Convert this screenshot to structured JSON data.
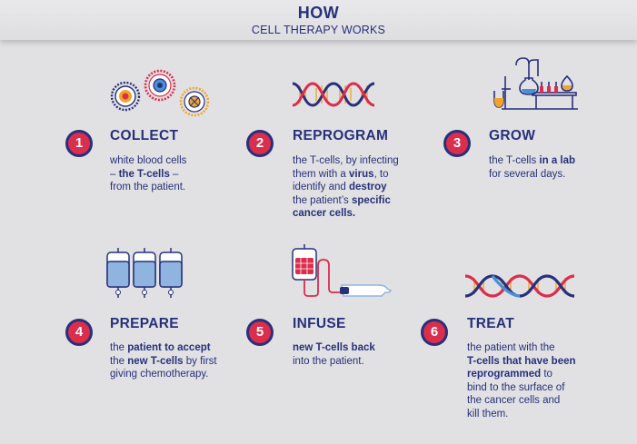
{
  "header": {
    "title": "HOW",
    "subtitle": "CELL THERAPY WORKS"
  },
  "steps": [
    {
      "number": "1",
      "title": "COLLECT",
      "desc": [
        {
          "t": "white blood cells",
          "b": false
        },
        {
          "br": true
        },
        {
          "t": "– ",
          "b": false
        },
        {
          "t": "the T-cells",
          "b": true
        },
        {
          "t": " –",
          "b": false
        },
        {
          "br": true
        },
        {
          "t": "from the patient.",
          "b": false
        }
      ]
    },
    {
      "number": "2",
      "title": "REPROGRAM",
      "desc": [
        {
          "t": "the T-cells, by infecting",
          "b": false
        },
        {
          "br": true
        },
        {
          "t": "them with a ",
          "b": false
        },
        {
          "t": "virus",
          "b": true
        },
        {
          "t": ", to",
          "b": false
        },
        {
          "br": true
        },
        {
          "t": "identify and ",
          "b": false
        },
        {
          "t": "destroy",
          "b": true
        },
        {
          "br": true
        },
        {
          "t": "the patient’s ",
          "b": false
        },
        {
          "t": "specific",
          "b": true
        },
        {
          "br": true
        },
        {
          "t": "cancer cells.",
          "b": true
        }
      ]
    },
    {
      "number": "3",
      "title": "GROW",
      "desc": [
        {
          "t": "the T-cells ",
          "b": false
        },
        {
          "t": "in a lab",
          "b": true
        },
        {
          "br": true
        },
        {
          "t": "for several days.",
          "b": false
        }
      ]
    },
    {
      "number": "4",
      "title": "PREPARE",
      "desc": [
        {
          "t": "the ",
          "b": false
        },
        {
          "t": "patient to accept",
          "b": true
        },
        {
          "br": true
        },
        {
          "t": "the ",
          "b": false
        },
        {
          "t": "new T-cells",
          "b": true
        },
        {
          "t": " by first",
          "b": false
        },
        {
          "br": true
        },
        {
          "t": "giving chemotherapy.",
          "b": false
        }
      ]
    },
    {
      "number": "5",
      "title": "INFUSE",
      "desc": [
        {
          "t": "new T-cells back",
          "b": true
        },
        {
          "br": true
        },
        {
          "t": "into the patient.",
          "b": false
        }
      ]
    },
    {
      "number": "6",
      "title": "TREAT",
      "desc": [
        {
          "t": "the patient with the",
          "b": false
        },
        {
          "br": true
        },
        {
          "t": "T-cells that have been",
          "b": true
        },
        {
          "br": true
        },
        {
          "t": "reprogrammed",
          "b": true
        },
        {
          "t": " to",
          "b": false
        },
        {
          "br": true
        },
        {
          "t": "bind to the surface of",
          "b": false
        },
        {
          "br": true
        },
        {
          "t": "the cancer cells and",
          "b": false
        },
        {
          "br": true
        },
        {
          "t": "kill them.",
          "b": false
        }
      ]
    }
  ],
  "colors": {
    "navy": "#27307b",
    "red": "#db2d4c",
    "orange": "#f0a52a",
    "blue": "#4a90d9",
    "light_blue": "#8fb4e0",
    "background": "#e1e1e3"
  }
}
